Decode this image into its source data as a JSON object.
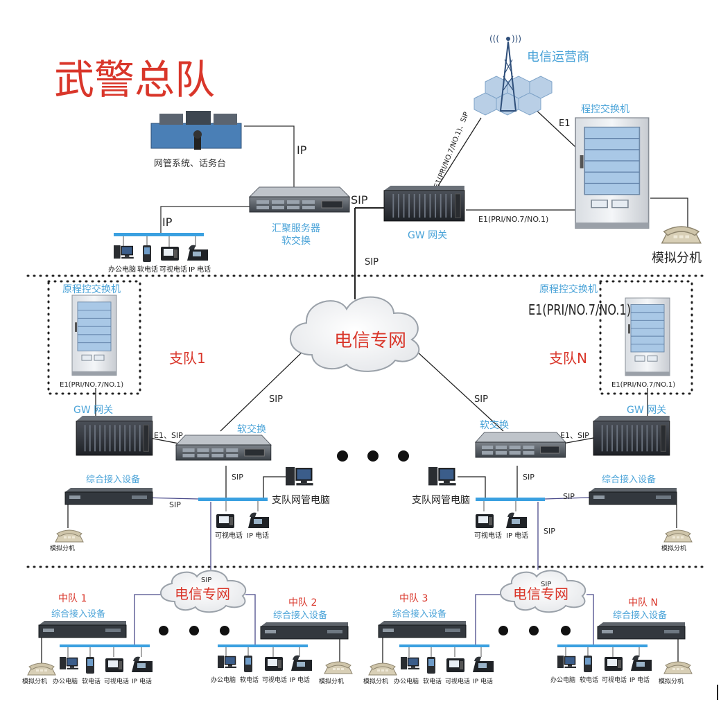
{
  "title": "武警总队",
  "hq": {
    "carrier_label": "电信运营商",
    "pbx_label": "程控交换机",
    "console_label": "网管系统、话务台",
    "server_label_1": "汇聚服务器",
    "server_label_2": "软交换",
    "gw_label": "GW 网关",
    "analog_ext_label": "模拟分机",
    "ip_label_console": "IP",
    "ip_label_lan": "IP",
    "sip_server_gw": "SIP",
    "sip_down": "SIP",
    "e1_carrier_pbx": "E1",
    "e1_carrier_gw": "E1(PRI/NO.7/NO.1)、SIP",
    "e1_gw_pbx": "E1(PRI/NO.7/NO.1)",
    "lan_devices": [
      "办公电脑",
      "软电话",
      "可视电话",
      "IP 电话"
    ]
  },
  "cloud_main": "电信专网",
  "branch1": {
    "name": "支队1",
    "old_pbx": "原程控交换机",
    "e1": "E1(PRI/NO.7/NO.1)",
    "gw": "GW 网关",
    "gw_link": "E1、SIP",
    "softswitch": "软交换",
    "sip_up": "SIP",
    "sip_lan": "SIP",
    "access": "综合接入设备",
    "sip_access": "SIP",
    "mgmt_pc": "支队网管电脑",
    "analog": "模拟分机",
    "phones": [
      "可视电话",
      "IP 电话"
    ]
  },
  "branchN": {
    "name": "支队N",
    "old_pbx": "原程控交换机",
    "e1_big": "E1(PRI/NO.7/NO.1)",
    "e1": "E1(PRI/NO.7/NO.1)",
    "gw": "GW 网关",
    "gw_link": "E1、SIP",
    "softswitch": "软交换",
    "sip_up": "SIP",
    "sip_lan": "SIP",
    "sip_down": "SIP",
    "access": "综合接入设备",
    "sip_access": "SIP",
    "mgmt_pc": "支队网管电脑",
    "analog": "模拟分机",
    "phones": [
      "可视电话",
      "IP 电话"
    ]
  },
  "bottom": {
    "cloud_left": "电信专网",
    "cloud_right": "电信专网",
    "sip_left": "SIP",
    "sip_right": "SIP",
    "squad1": "中队 1",
    "squad2": "中队 2",
    "squad3": "中队 3",
    "squadN": "中队 N",
    "access": "综合接入设备",
    "analog": "模拟分机",
    "devices": [
      "办公电脑",
      "软电话",
      "可视电话",
      "IP 电话"
    ]
  },
  "colors": {
    "title": "#d9362a",
    "blue_label": "#4aa3d8",
    "red_label": "#d9362a",
    "lan_bar": "#3aa0e0",
    "link": "#4a4a8a",
    "dot_border": "#222222"
  }
}
